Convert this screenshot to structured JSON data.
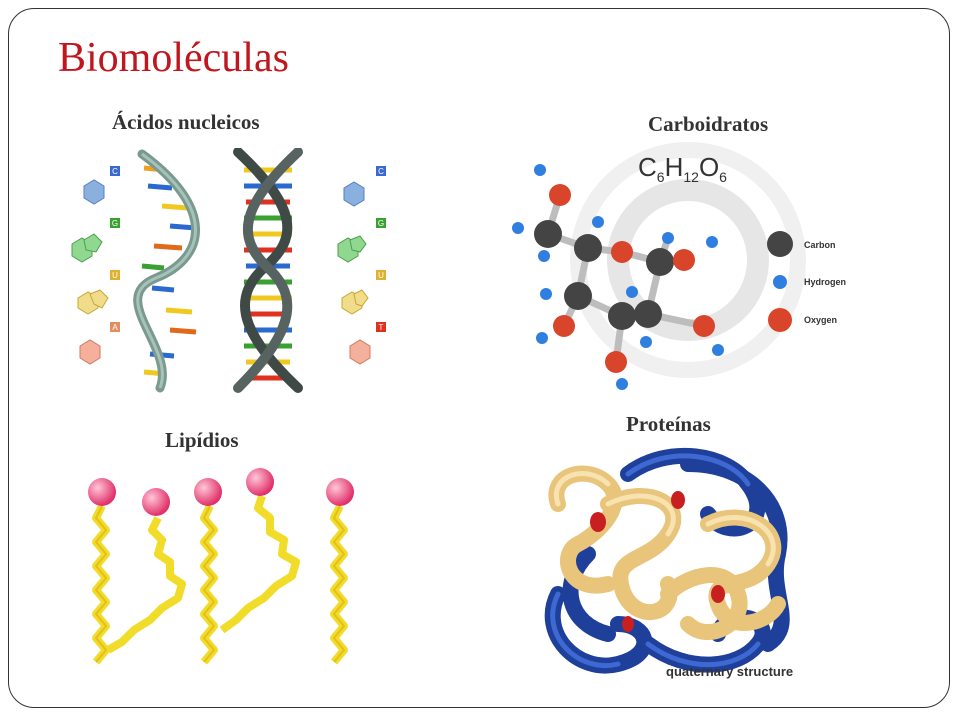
{
  "slide": {
    "title": "Biomoléculas",
    "accent_color": "#c0171e",
    "sections": {
      "nucleic_acids": {
        "label": "Ácidos nucleicos",
        "bases": [
          "C",
          "G",
          "U",
          "A",
          "C",
          "G",
          "U",
          "T"
        ]
      },
      "carbohydrates": {
        "label": "Carboidratos",
        "formula": {
          "c": "C",
          "c_sub": "6",
          "h": "H",
          "h_sub": "12",
          "o": "O",
          "o_sub": "6"
        },
        "legend": [
          {
            "name": "Carbon",
            "color": "#444444"
          },
          {
            "name": "Hydrogen",
            "color": "#2f7fe0"
          },
          {
            "name": "Oxygen",
            "color": "#d8452a"
          }
        ]
      },
      "lipids": {
        "label": "Lipídios"
      },
      "proteins": {
        "label": "Proteínas",
        "caption": "quaternary structure"
      }
    }
  }
}
